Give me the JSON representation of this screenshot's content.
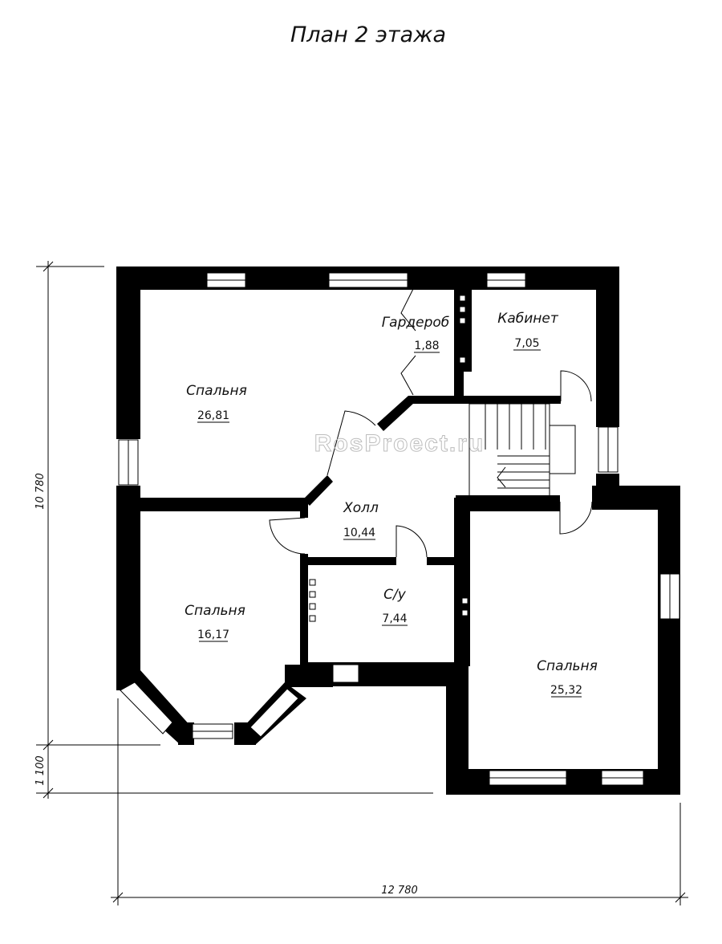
{
  "title": "План 2 этажа",
  "watermark": "RosProect.ru",
  "rooms": [
    {
      "name": "Спальня",
      "area": "26,81"
    },
    {
      "name": "Гардероб",
      "area": "1,88"
    },
    {
      "name": "Кабинет",
      "area": "7,05"
    },
    {
      "name": "Холл",
      "area": "10,44"
    },
    {
      "name": "Спальня",
      "area": "16,17"
    },
    {
      "name": "С/у",
      "area": "7,44"
    },
    {
      "name": "Спальня",
      "area": "25,32"
    }
  ],
  "dimensions": {
    "height_main": "10 780",
    "height_offset": "1 100",
    "width_total": "12 780"
  }
}
